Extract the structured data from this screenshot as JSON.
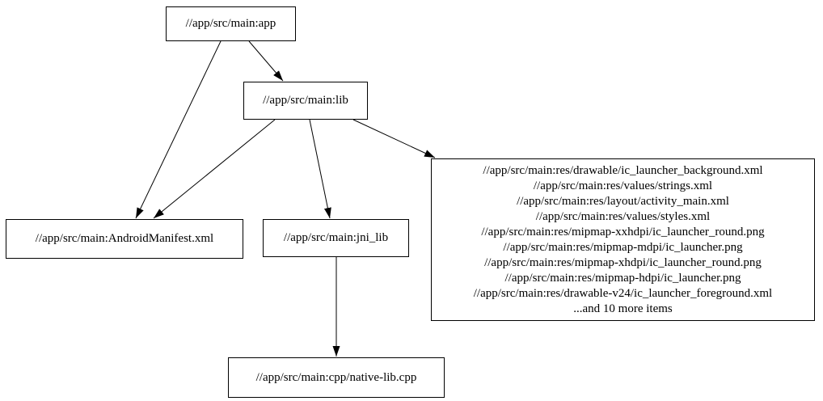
{
  "graph": {
    "type": "directed-dependency-graph",
    "background_color": "#ffffff",
    "node_border_color": "#000000",
    "edge_color": "#000000",
    "text_color": "#000000",
    "nodes": {
      "app": {
        "label": "//app/src/main:app"
      },
      "lib": {
        "label": "//app/src/main:lib"
      },
      "manifest": {
        "label": "//app/src/main:AndroidManifest.xml"
      },
      "jni_lib": {
        "label": "//app/src/main:jni_lib"
      },
      "res": {
        "lines": [
          "//app/src/main:res/drawable/ic_launcher_background.xml",
          "//app/src/main:res/values/strings.xml",
          "//app/src/main:res/layout/activity_main.xml",
          "//app/src/main:res/values/styles.xml",
          "//app/src/main:res/mipmap-xxhdpi/ic_launcher_round.png",
          "//app/src/main:res/mipmap-mdpi/ic_launcher.png",
          "//app/src/main:res/mipmap-xhdpi/ic_launcher_round.png",
          "//app/src/main:res/mipmap-hdpi/ic_launcher.png",
          "//app/src/main:res/drawable-v24/ic_launcher_foreground.xml",
          "...and 10 more items"
        ]
      },
      "cpp": {
        "label": "//app/src/main:cpp/native-lib.cpp"
      }
    },
    "edges": [
      {
        "from": "//app/src/main:app",
        "to": "//app/src/main:lib"
      },
      {
        "from": "//app/src/main:app",
        "to": "//app/src/main:AndroidManifest.xml"
      },
      {
        "from": "//app/src/main:lib",
        "to": "//app/src/main:AndroidManifest.xml"
      },
      {
        "from": "//app/src/main:lib",
        "to": "//app/src/main:jni_lib"
      },
      {
        "from": "//app/src/main:lib",
        "to": "//app/src/main:res (file group)"
      },
      {
        "from": "//app/src/main:jni_lib",
        "to": "//app/src/main:cpp/native-lib.cpp"
      }
    ]
  }
}
